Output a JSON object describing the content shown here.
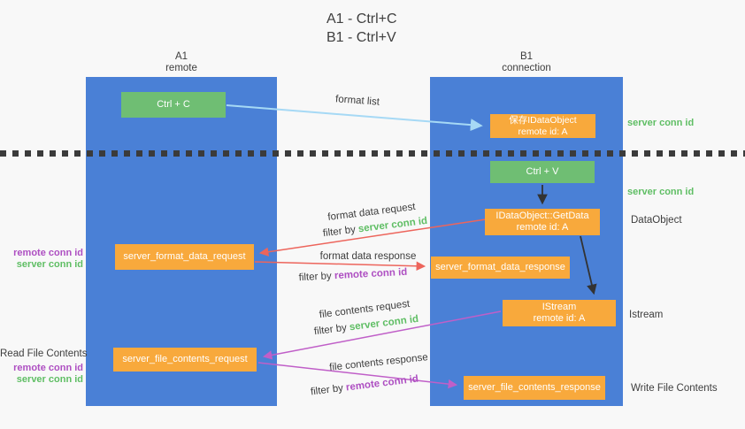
{
  "title": {
    "line1": "A1 - Ctrl+C",
    "line2": "B1 - Ctrl+V"
  },
  "lanes": {
    "a": {
      "title": "A1",
      "subtitle": "remote"
    },
    "b": {
      "title": "B1",
      "subtitle": "connection"
    }
  },
  "boxes": {
    "ctrl_c": {
      "label": "Ctrl + C"
    },
    "store_dataobject": {
      "line1": "保存IDataObject",
      "line2": "remote id: A"
    },
    "ctrl_v": {
      "label": "Ctrl + V"
    },
    "getdata": {
      "line1": "IDataObject::GetData",
      "line2": "remote id: A"
    },
    "format_request": {
      "label": "server_format_data_request"
    },
    "format_response": {
      "label": "server_format_data_response"
    },
    "istream": {
      "line1": "IStream",
      "line2": "remote id: A"
    },
    "file_request": {
      "label": "server_file_contents_request"
    },
    "file_response": {
      "label": "server_file_contents_response"
    }
  },
  "flow_labels": {
    "format_list": "format list",
    "format_data_request": "format data request",
    "format_data_response": "format data response",
    "file_contents_request": "file contents request",
    "file_contents_response": "file contents response",
    "filter_by": "filter by ",
    "server_conn_id": "server conn id",
    "remote_conn_id": "remote conn id"
  },
  "side_labels": {
    "server_conn_id_top": "server conn id",
    "server_conn_id_mid": "server conn id",
    "dataobject": "DataObject",
    "istream": "Istream",
    "write_file_contents": "Write File Contents",
    "read_file_contents": "Read File Contents",
    "remote_conn_id": "remote conn id",
    "server_conn_id": "server conn id"
  },
  "colors": {
    "lane_blue": "#4A80D6",
    "box_green": "#6FBE73",
    "box_orange": "#F8A93C",
    "arrow_blue": "#A6D9F5",
    "arrow_black": "#333333",
    "arrow_red": "#ED655C",
    "arrow_purple": "#C05FC8",
    "text_green": "#5FBE64",
    "text_purple": "#AE4FC2",
    "text_dark": "#3D3D3D",
    "background": "#F8F8F8"
  }
}
